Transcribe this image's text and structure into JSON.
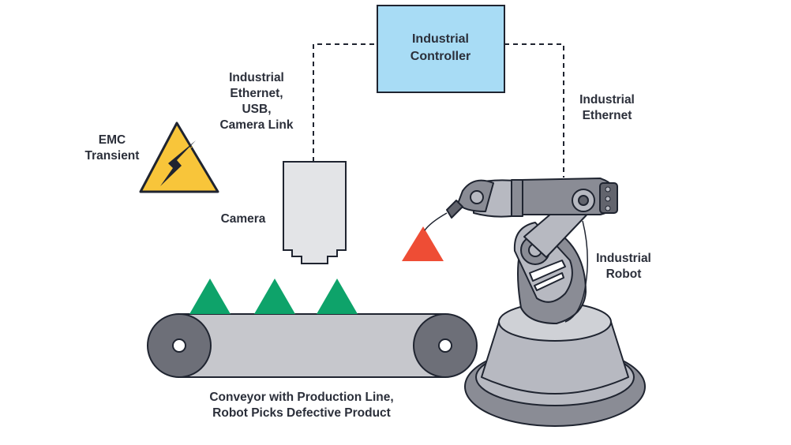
{
  "controller": {
    "line1": "Industrial",
    "line2": "Controller"
  },
  "left_link": {
    "line1": "Industrial",
    "line2": "Ethernet,",
    "line3": "USB,",
    "line4": "Camera Link"
  },
  "right_link": {
    "line1": "Industrial",
    "line2": "Ethernet"
  },
  "emc": {
    "line1": "EMC",
    "line2": "Transient"
  },
  "camera": {
    "label": "Camera"
  },
  "robot": {
    "line1": "Industrial",
    "line2": "Robot"
  },
  "conveyor": {
    "line1": "Conveyor with Production Line,",
    "line2": "Robot Picks Defective Product"
  },
  "colors": {
    "controller_fill": "#a8dcf5",
    "outline": "#1f2430",
    "good_product": "#0ea36a",
    "defective_product": "#ee4d35",
    "warning_fill": "#f8c53a",
    "robot_light": "#b7b9c1",
    "robot_mid": "#8a8c95",
    "robot_dark": "#62646d",
    "belt": "#c6c7cc"
  },
  "icons": [
    "warning-lightning-icon"
  ]
}
